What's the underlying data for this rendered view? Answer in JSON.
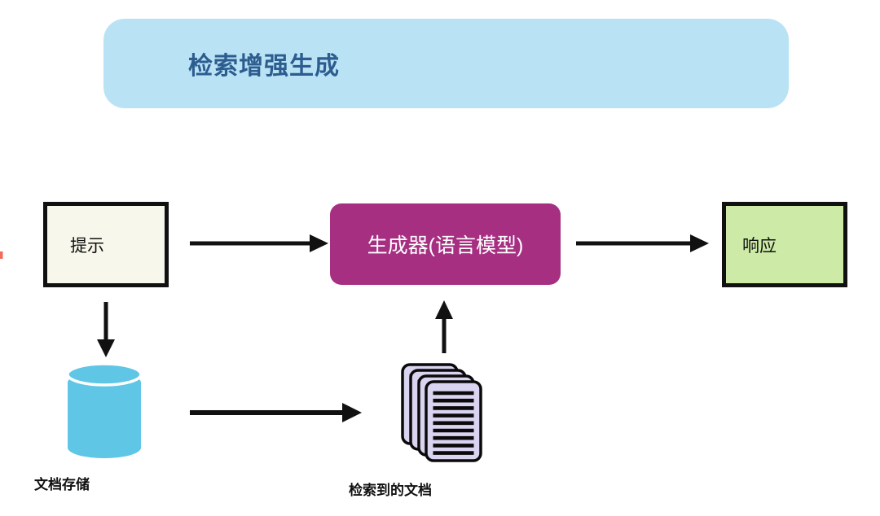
{
  "title_banner": {
    "label": "检索增强生成"
  },
  "nodes": {
    "prompt": {
      "label": "提示",
      "fill": "#f8f7eb"
    },
    "generator": {
      "label": "生成器(语言模型)",
      "fill": "#a62f82"
    },
    "response": {
      "label": "响应",
      "fill": "#cdeaa6"
    },
    "document_store": {
      "label": "文档存储",
      "fill": "#5fc6e6"
    },
    "retrieved_documents": {
      "label": "检索到的文档",
      "fill": "#dad4f0"
    }
  },
  "edges": [
    {
      "from": "prompt",
      "to": "generator"
    },
    {
      "from": "generator",
      "to": "response"
    },
    {
      "from": "prompt",
      "to": "document_store"
    },
    {
      "from": "document_store",
      "to": "retrieved_documents"
    },
    {
      "from": "retrieved_documents",
      "to": "generator"
    }
  ],
  "colors": {
    "banner_bg": "#b9e3f5",
    "banner_text": "#2d5c8f",
    "arrow": "#111111",
    "edge_marker_red": "#f26a5e"
  }
}
